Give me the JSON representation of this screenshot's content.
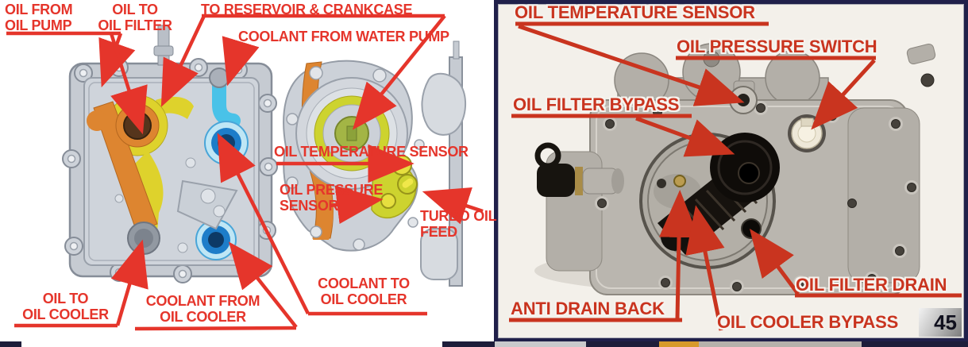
{
  "left_diagram": {
    "description": "cutaway illustration of oil filter housing, front and side views with color-coded oil and coolant passages",
    "labels": {
      "oil_from_oil_pump": {
        "line1": "OIL FROM",
        "line2": "OIL PUMP"
      },
      "oil_to_oil_filter": {
        "line1": "OIL TO",
        "line2": "OIL FILTER"
      },
      "to_reservoir_crankcase": {
        "line1": "TO RESERVOIR & CRANKCASE"
      },
      "coolant_from_water_pump": {
        "line1": "COOLANT FROM WATER PUMP"
      },
      "oil_temperature_sensor": {
        "line1": "OIL TEMPERATURE SENSOR"
      },
      "oil_pressure_sensor": {
        "line1": "OIL PRESSURE",
        "line2": "SENSOR"
      },
      "turbo_oil_feed": {
        "line1": "TURBO OIL",
        "line2": "FEED"
      },
      "oil_to_oil_cooler": {
        "line1": "OIL TO",
        "line2": "OIL COOLER"
      },
      "coolant_from_oil_cooler": {
        "line1": "COOLANT FROM",
        "line2": "OIL COOLER"
      },
      "coolant_to_oil_cooler": {
        "line1": "COOLANT TO",
        "line2": "OIL COOLER"
      }
    }
  },
  "right_photo": {
    "description": "photograph of actual oil filter housing with component call-outs",
    "labels": {
      "oil_temperature_sensor": "OIL TEMPERATURE SENSOR",
      "oil_pressure_switch": "OIL PRESSURE SWITCH",
      "oil_filter_bypass": "OIL FILTER BYPASS",
      "oil_filter_drain": "OIL FILTER DRAIN",
      "anti_drain_back": "ANTI DRAIN BACK",
      "oil_cooler_bypass": "OIL COOLER BYPASS"
    },
    "page_number": "45"
  },
  "colors": {
    "diagram_label_red": "#e5352b",
    "photo_label_red": "#c9341f",
    "pressure_oil_orange": "#dd8530",
    "main_oil_yellow": "#ded22c",
    "coolant_cyan": "#49c2e8",
    "coolant_blue": "#1d7dc9",
    "frame_navy": "#20204a",
    "photo_background": "#f3f0ea",
    "page_box_gray": "#9a9a9a"
  }
}
